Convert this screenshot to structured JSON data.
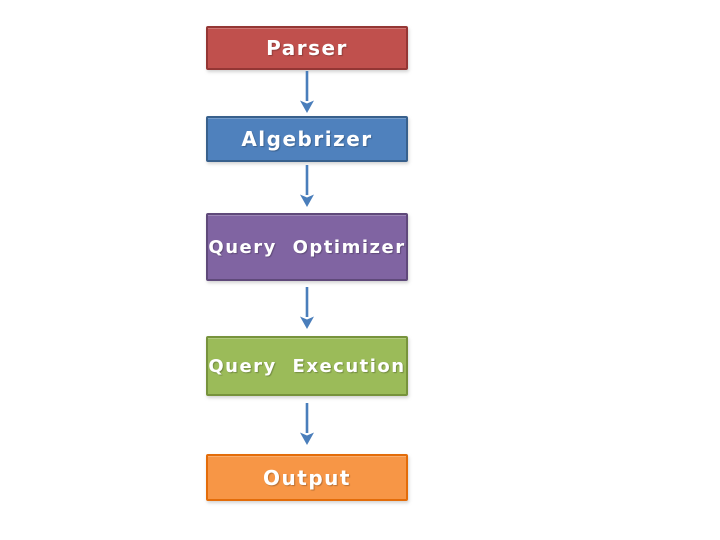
{
  "diagram": {
    "type": "flowchart",
    "direction": "top-down",
    "background": "#FFFFFF",
    "text_color": "#FFFFFF",
    "arrow_color": "#4A7EBB",
    "nodes": [
      {
        "label": "Parser",
        "fill": "#C0504D",
        "border": "#943634"
      },
      {
        "label": "Algebrizer",
        "fill": "#4F81BD",
        "border": "#38608C"
      },
      {
        "label": "Query Optimizer",
        "fill": "#8064A2",
        "border": "#5F497A"
      },
      {
        "label": "Query Execution",
        "fill": "#9BBB59",
        "border": "#77933C"
      },
      {
        "label": "Output",
        "fill": "#F79646",
        "border": "#E36C09"
      }
    ],
    "edges": [
      {
        "from": "Parser",
        "to": "Algebrizer"
      },
      {
        "from": "Algebrizer",
        "to": "Query Optimizer"
      },
      {
        "from": "Query Optimizer",
        "to": "Query Execution"
      },
      {
        "from": "Query Execution",
        "to": "Output"
      }
    ]
  }
}
